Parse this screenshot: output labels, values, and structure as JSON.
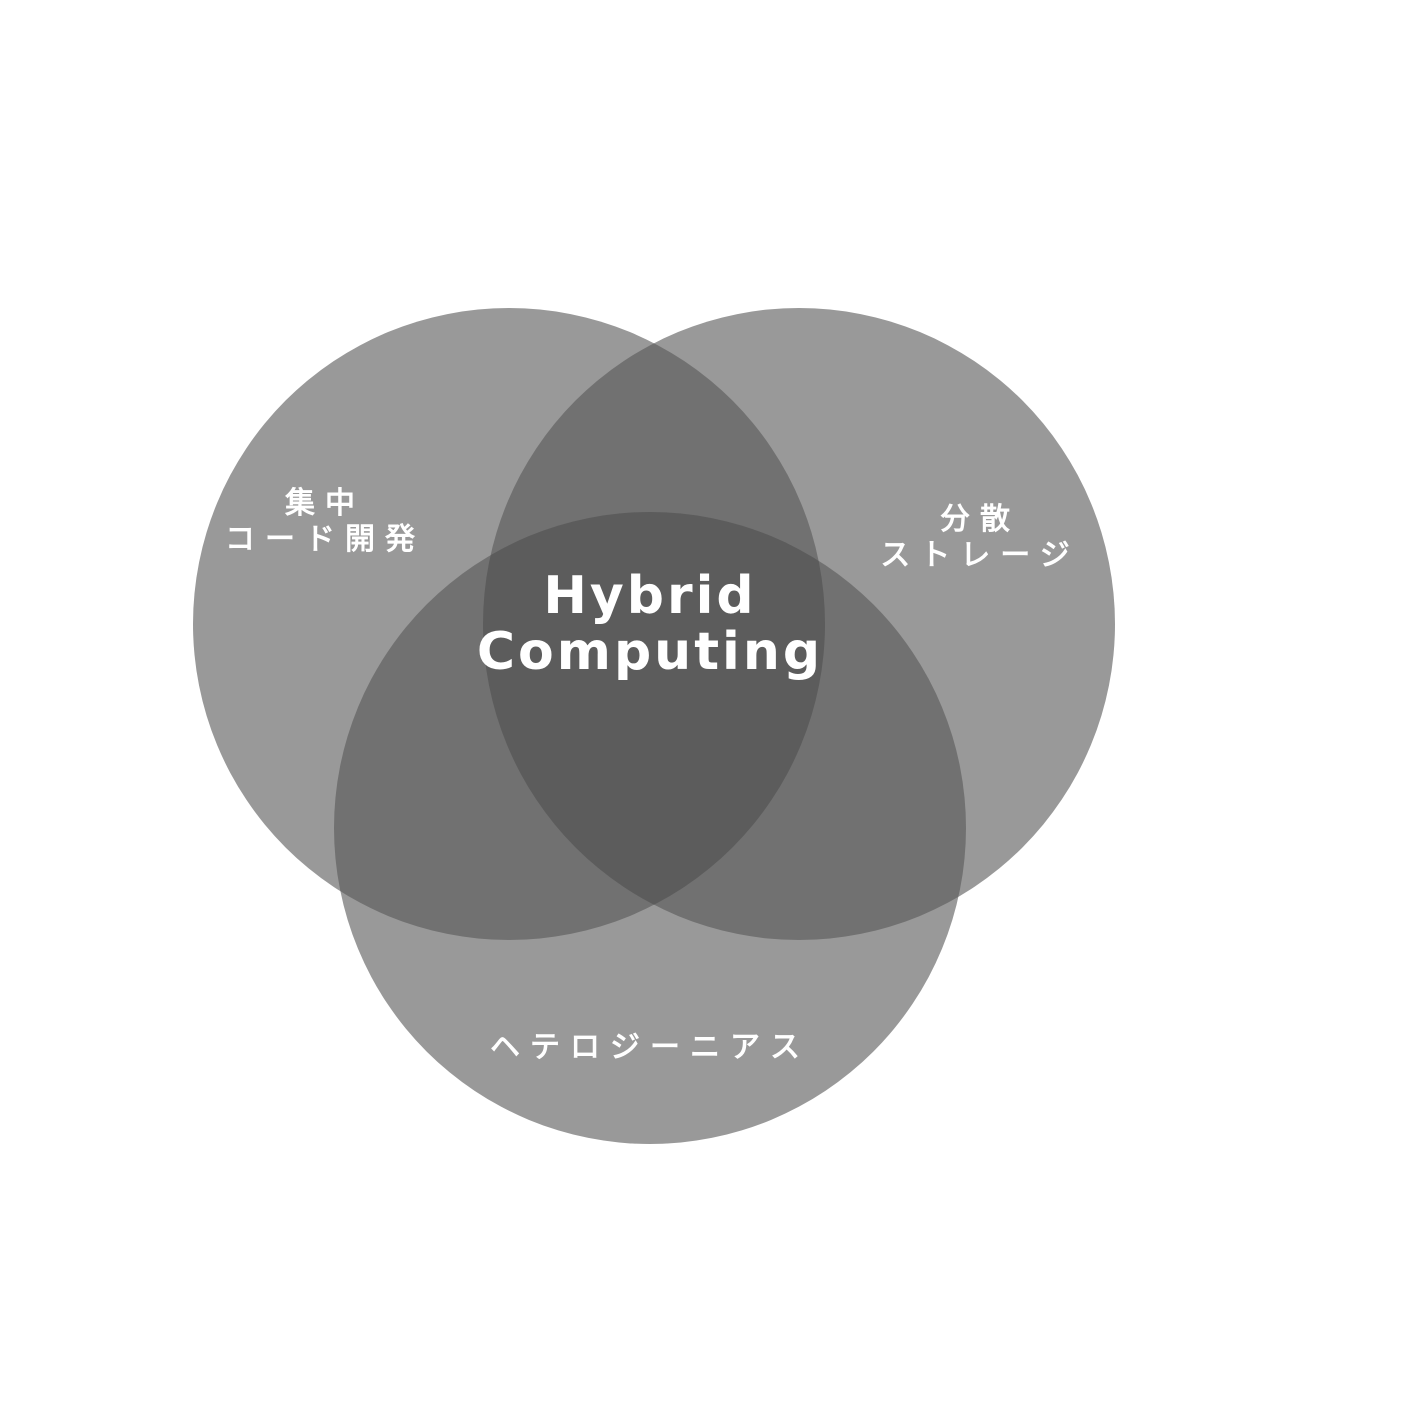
{
  "diagram": {
    "type": "venn",
    "center_label": [
      "Hybrid",
      "Computing"
    ],
    "sets": [
      {
        "id": "left",
        "lines": [
          "集中",
          "コード開発"
        ]
      },
      {
        "id": "right",
        "lines": [
          "分散",
          "ストレージ"
        ]
      },
      {
        "id": "bottom",
        "lines": [
          "ヘテロジーニアス"
        ]
      }
    ],
    "colors": {
      "single": "#999999",
      "double": "#717171",
      "triple": "#5c5c5c"
    }
  }
}
